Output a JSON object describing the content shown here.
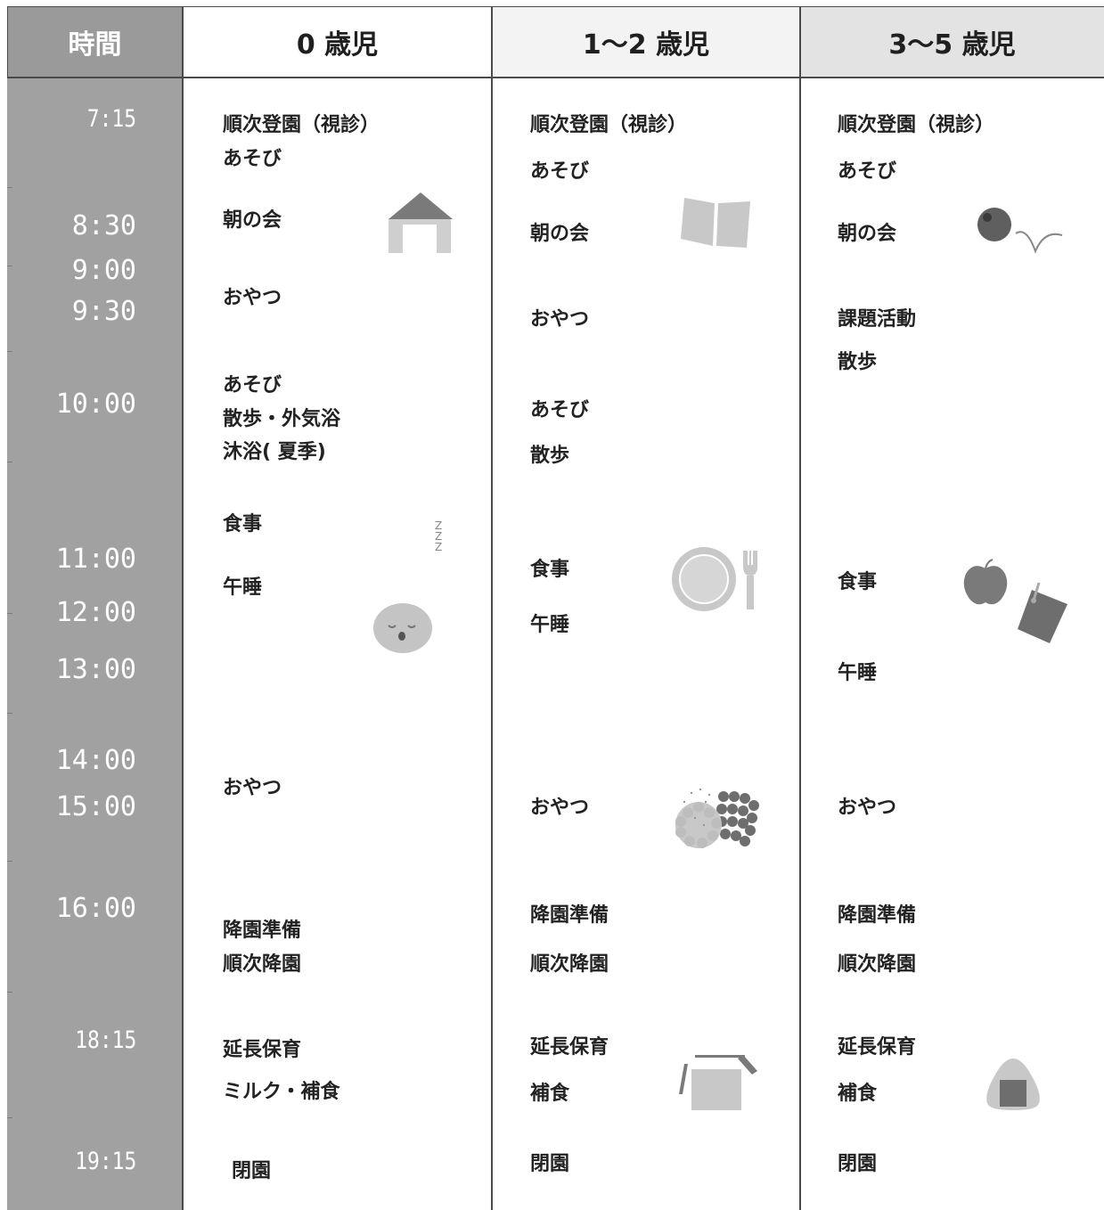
{
  "header": {
    "time": "時間",
    "age0": "0 歳児",
    "age12": "1～2 歳児",
    "age35": "3～5 歳児"
  },
  "times": [
    "7:15",
    "8:30",
    "9:00",
    "9:30",
    "10:00",
    "11:00",
    "12:00",
    "13:00",
    "14:00",
    "15:00",
    "16:00",
    "18:15",
    "19:15"
  ],
  "age0": [
    "順次登園（視診）",
    "あそび",
    "朝の会",
    "おやつ",
    "あそび",
    "散歩・外気浴",
    "沐浴( 夏季)",
    "食事",
    "午睡",
    "おやつ",
    "降園準備",
    "順次降園",
    "延長保育",
    "ミルク・補食",
    "閉園"
  ],
  "age12": [
    "順次登園（視診）",
    "あそび",
    "朝の会",
    "おやつ",
    "あそび",
    "散歩",
    "食事",
    "午睡",
    "おやつ",
    "降園準備",
    "順次降園",
    "延長保育",
    "補食",
    "閉園"
  ],
  "age35": [
    "順次登園（視診）",
    "あそび",
    "朝の会",
    "課題活動",
    "散歩",
    "食事",
    "午睡",
    "おやつ",
    "降園準備",
    "順次降園",
    "延長保育",
    "補食",
    "閉園"
  ],
  "sleep_mark": "Z Z Z",
  "icons": {
    "age0": [
      "house-icon",
      "zzz-icon",
      "sleeping-face-icon"
    ],
    "age12": [
      "book-icon",
      "plate-fork-icon",
      "crackers-icon",
      "bag-icon"
    ],
    "age35": [
      "ball-icon",
      "apple-icon",
      "notebook-icon",
      "rice-ball-icon"
    ]
  },
  "colors": {
    "time_column": "#a1a1a1",
    "icon_gray": "#c8c8c8",
    "icon_dark": "#7a7a7a",
    "text": "#222222"
  }
}
